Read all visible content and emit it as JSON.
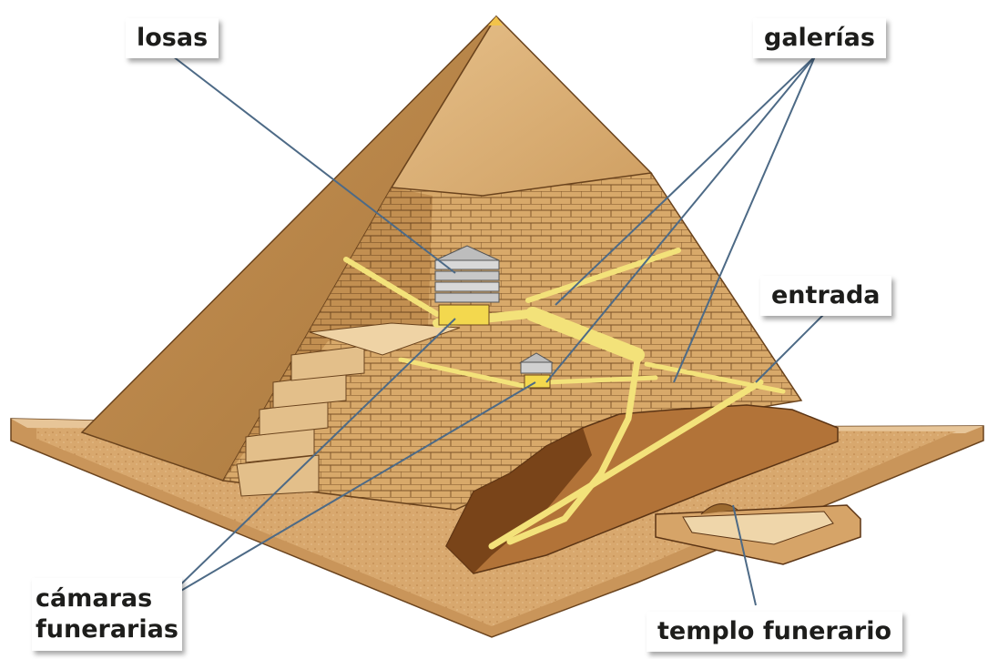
{
  "labels": {
    "losas": "losas",
    "galerias": "galerías",
    "entrada": "entrada",
    "camaras_line1": "cámaras",
    "camaras_line2": "funerarias",
    "templo": "templo funerario"
  },
  "colors": {
    "leader_line": "#4d6a86",
    "pyramid_light": "#d9ad6b",
    "pyramid_shadow": "#b47f3e",
    "passage": "#f3e27a",
    "rock": "#9a5a26",
    "ground": "#e0b280"
  }
}
